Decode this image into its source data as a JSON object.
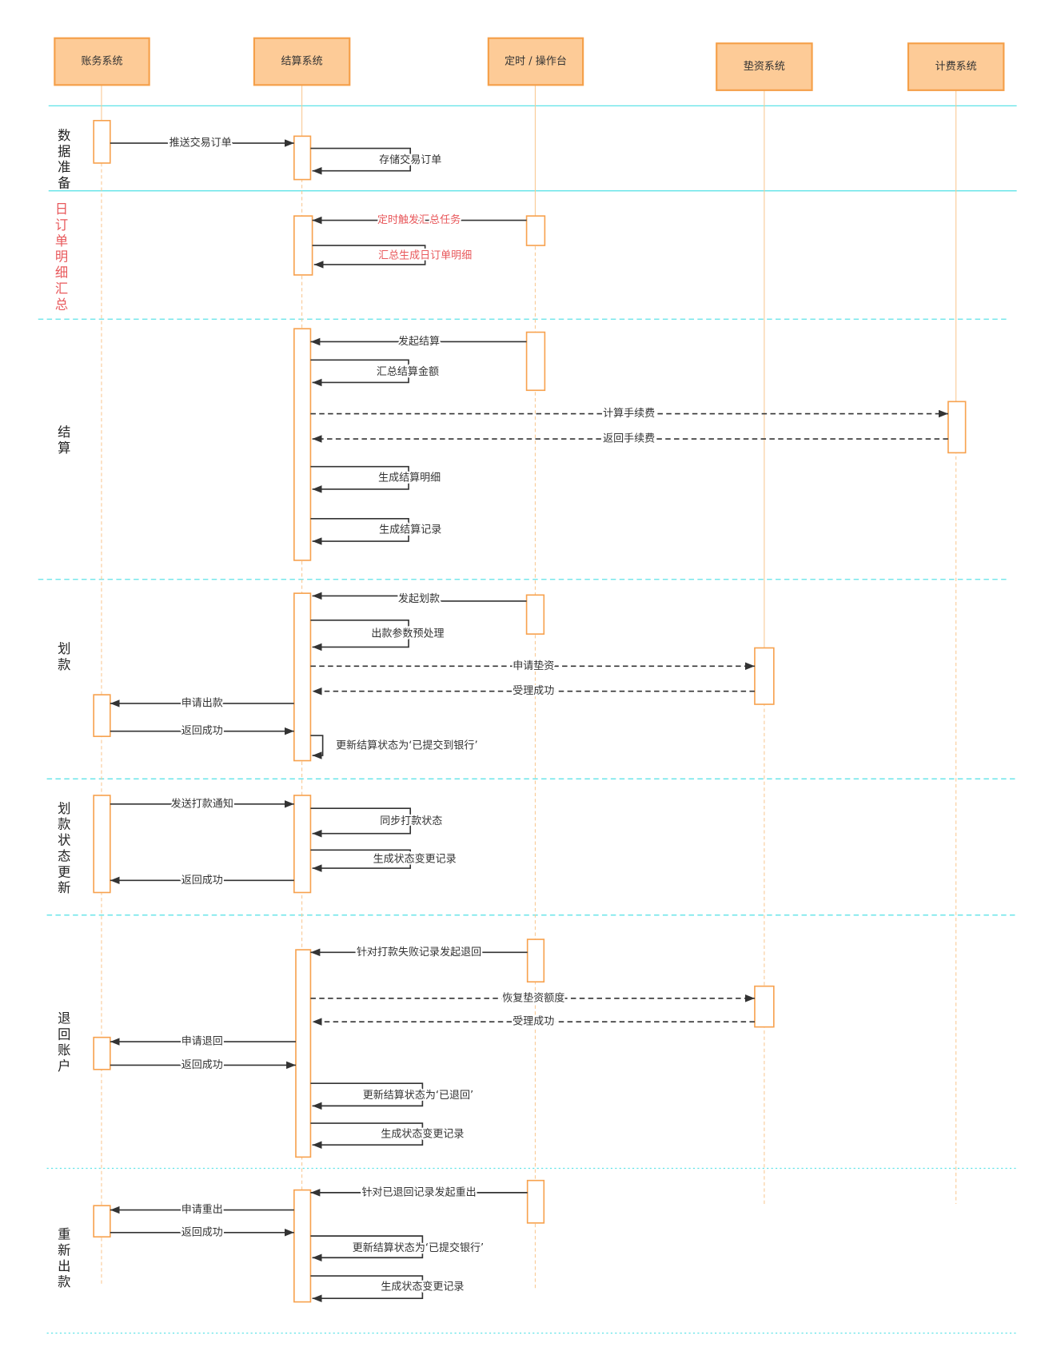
{
  "participants": [
    "账务系统",
    "结算系统",
    "定时 / 操作台",
    "垫资系统",
    "计费系统"
  ],
  "sections": [
    {
      "label": "数据准备",
      "messages": [
        "推送交易订单",
        "存储交易订单"
      ]
    },
    {
      "label": "日订单明细汇总",
      "messages": [
        "定时触发汇总任务",
        "汇总生成日订单明细"
      ]
    },
    {
      "label": "结算",
      "messages": [
        "发起结算",
        "汇总结算金额",
        "计算手续费",
        "返回手续费",
        "生成结算明细",
        "生成结算记录"
      ]
    },
    {
      "label": "划款",
      "messages": [
        "发起划款",
        "出款参数预处理",
        "申请垫资",
        "受理成功",
        "申请出款",
        "返回成功",
        "更新结算状态为‘已提交到银行’"
      ]
    },
    {
      "label": "划款状态更新",
      "messages": [
        "发送打款通知",
        "同步打款状态",
        "生成状态变更记录",
        "返回成功"
      ]
    },
    {
      "label": "退回账户",
      "messages": [
        "针对打款失败记录发起退回",
        "恢复垫资额度",
        "受理成功",
        "申请退回",
        "返回成功",
        "更新结算状态为‘已退回’",
        "生成状态变更记录"
      ]
    },
    {
      "label": "重新出款",
      "messages": [
        "针对已退回记录发起重出",
        "申请重出",
        "返回成功",
        "更新结算状态为‘已提交银行’",
        "生成状态变更记录"
      ]
    }
  ],
  "colors": {
    "participant_fill": "#FDCB97",
    "participant_border": "#F5A04A",
    "activation_border": "#F7A24F",
    "lifeline": "#F9C995",
    "divider": "#5FE3E8",
    "arrow": "#333333",
    "highlight_text": "#E8585B"
  }
}
